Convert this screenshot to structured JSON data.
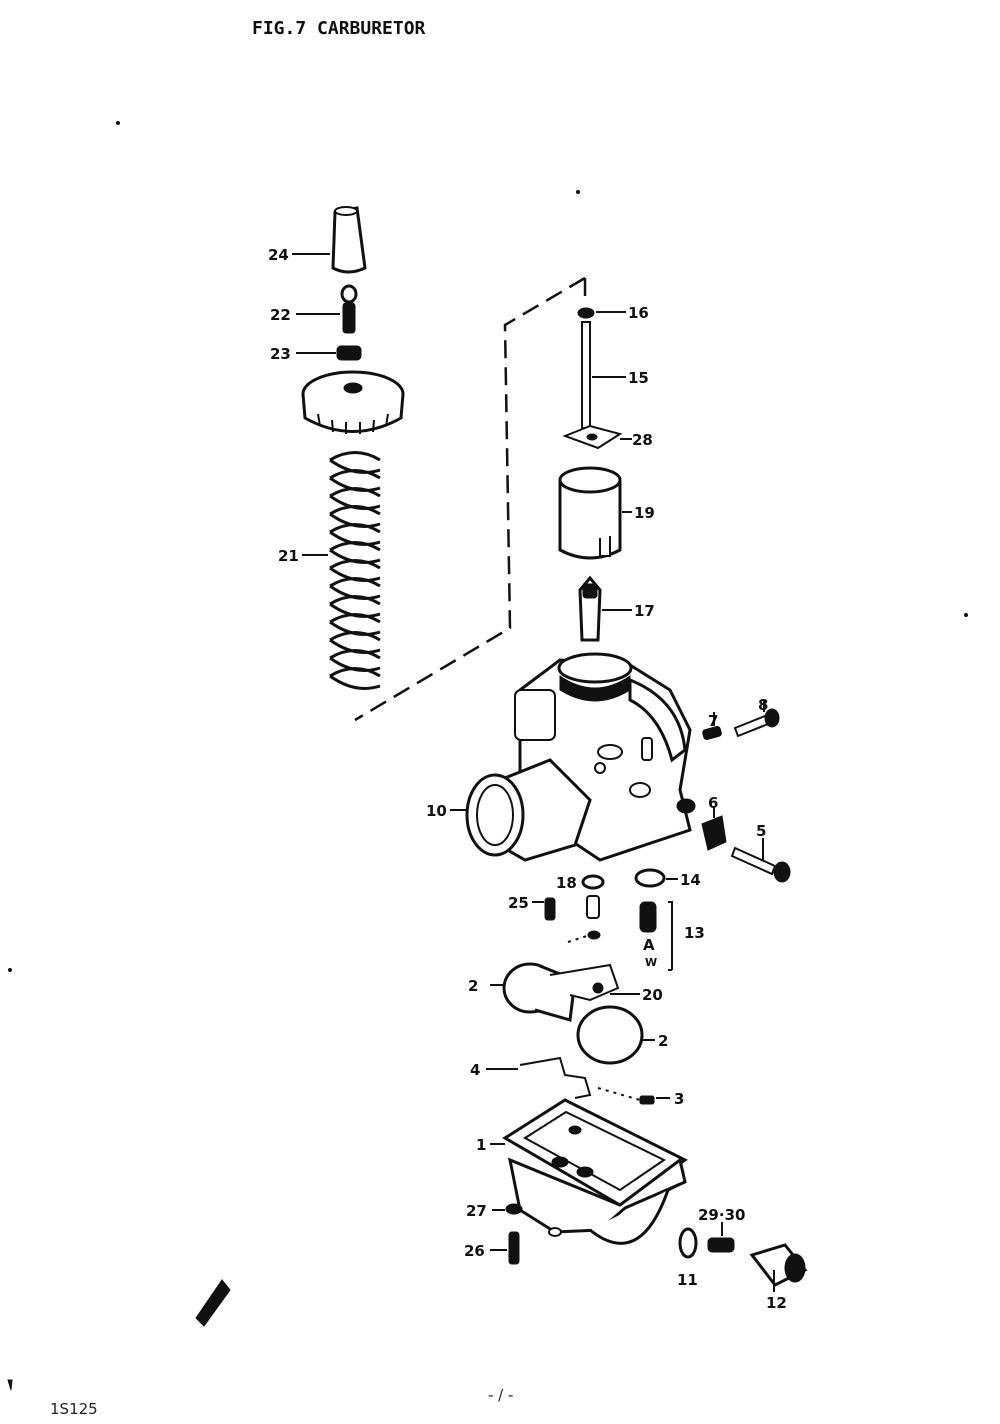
{
  "title": "FIG.7  CARBURETOR",
  "footer": {
    "left": "1S125",
    "page": "- / -"
  },
  "callouts": {
    "p1": "1",
    "p2a": "2",
    "p2b": "2",
    "p3": "3",
    "p4": "4",
    "p5": "5",
    "p6": "6",
    "p7": "7",
    "p8": "8",
    "p10": "10",
    "p11": "11",
    "p12": "12",
    "p13": "13",
    "p14": "14",
    "p15": "15",
    "p16a": "16",
    "p16b": "18",
    "p17": "17",
    "p19": "19",
    "p20": "20",
    "p21": "21",
    "p22": "22",
    "p23": "23",
    "p24": "24",
    "p25": "25",
    "p26": "26",
    "p27": "27",
    "p28": "28",
    "p2930": "29·30",
    "markA": "A",
    "markW": "W"
  }
}
